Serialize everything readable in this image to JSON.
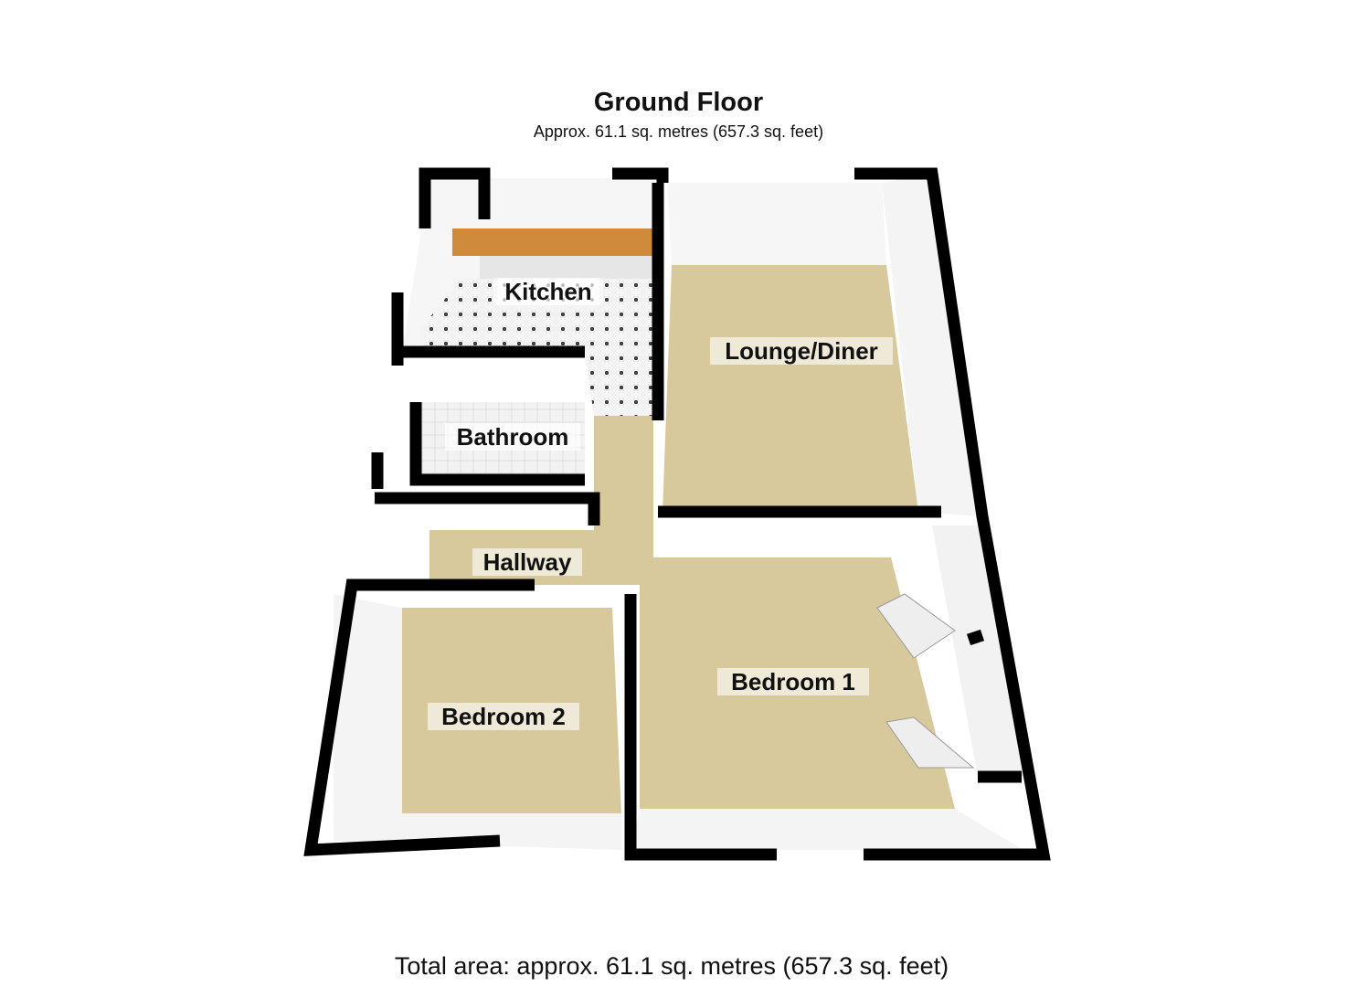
{
  "header": {
    "title": "Ground Floor",
    "subtitle": "Approx. 61.1 sq. metres (657.3 sq. feet)"
  },
  "rooms": [
    {
      "name": "Kitchen"
    },
    {
      "name": "Lounge/Diner"
    },
    {
      "name": "Bathroom"
    },
    {
      "name": "Hallway"
    },
    {
      "name": "Bedroom 2"
    },
    {
      "name": "Bedroom 1"
    }
  ],
  "footer": {
    "total_area": "Total area: approx. 61.1 sq. metres (657.3 sq. feet)"
  },
  "colors": {
    "carpet": "#d8c99c",
    "wall": "#000000",
    "wall_face": "#f7f7f7",
    "worktop": "#d08a3c"
  }
}
